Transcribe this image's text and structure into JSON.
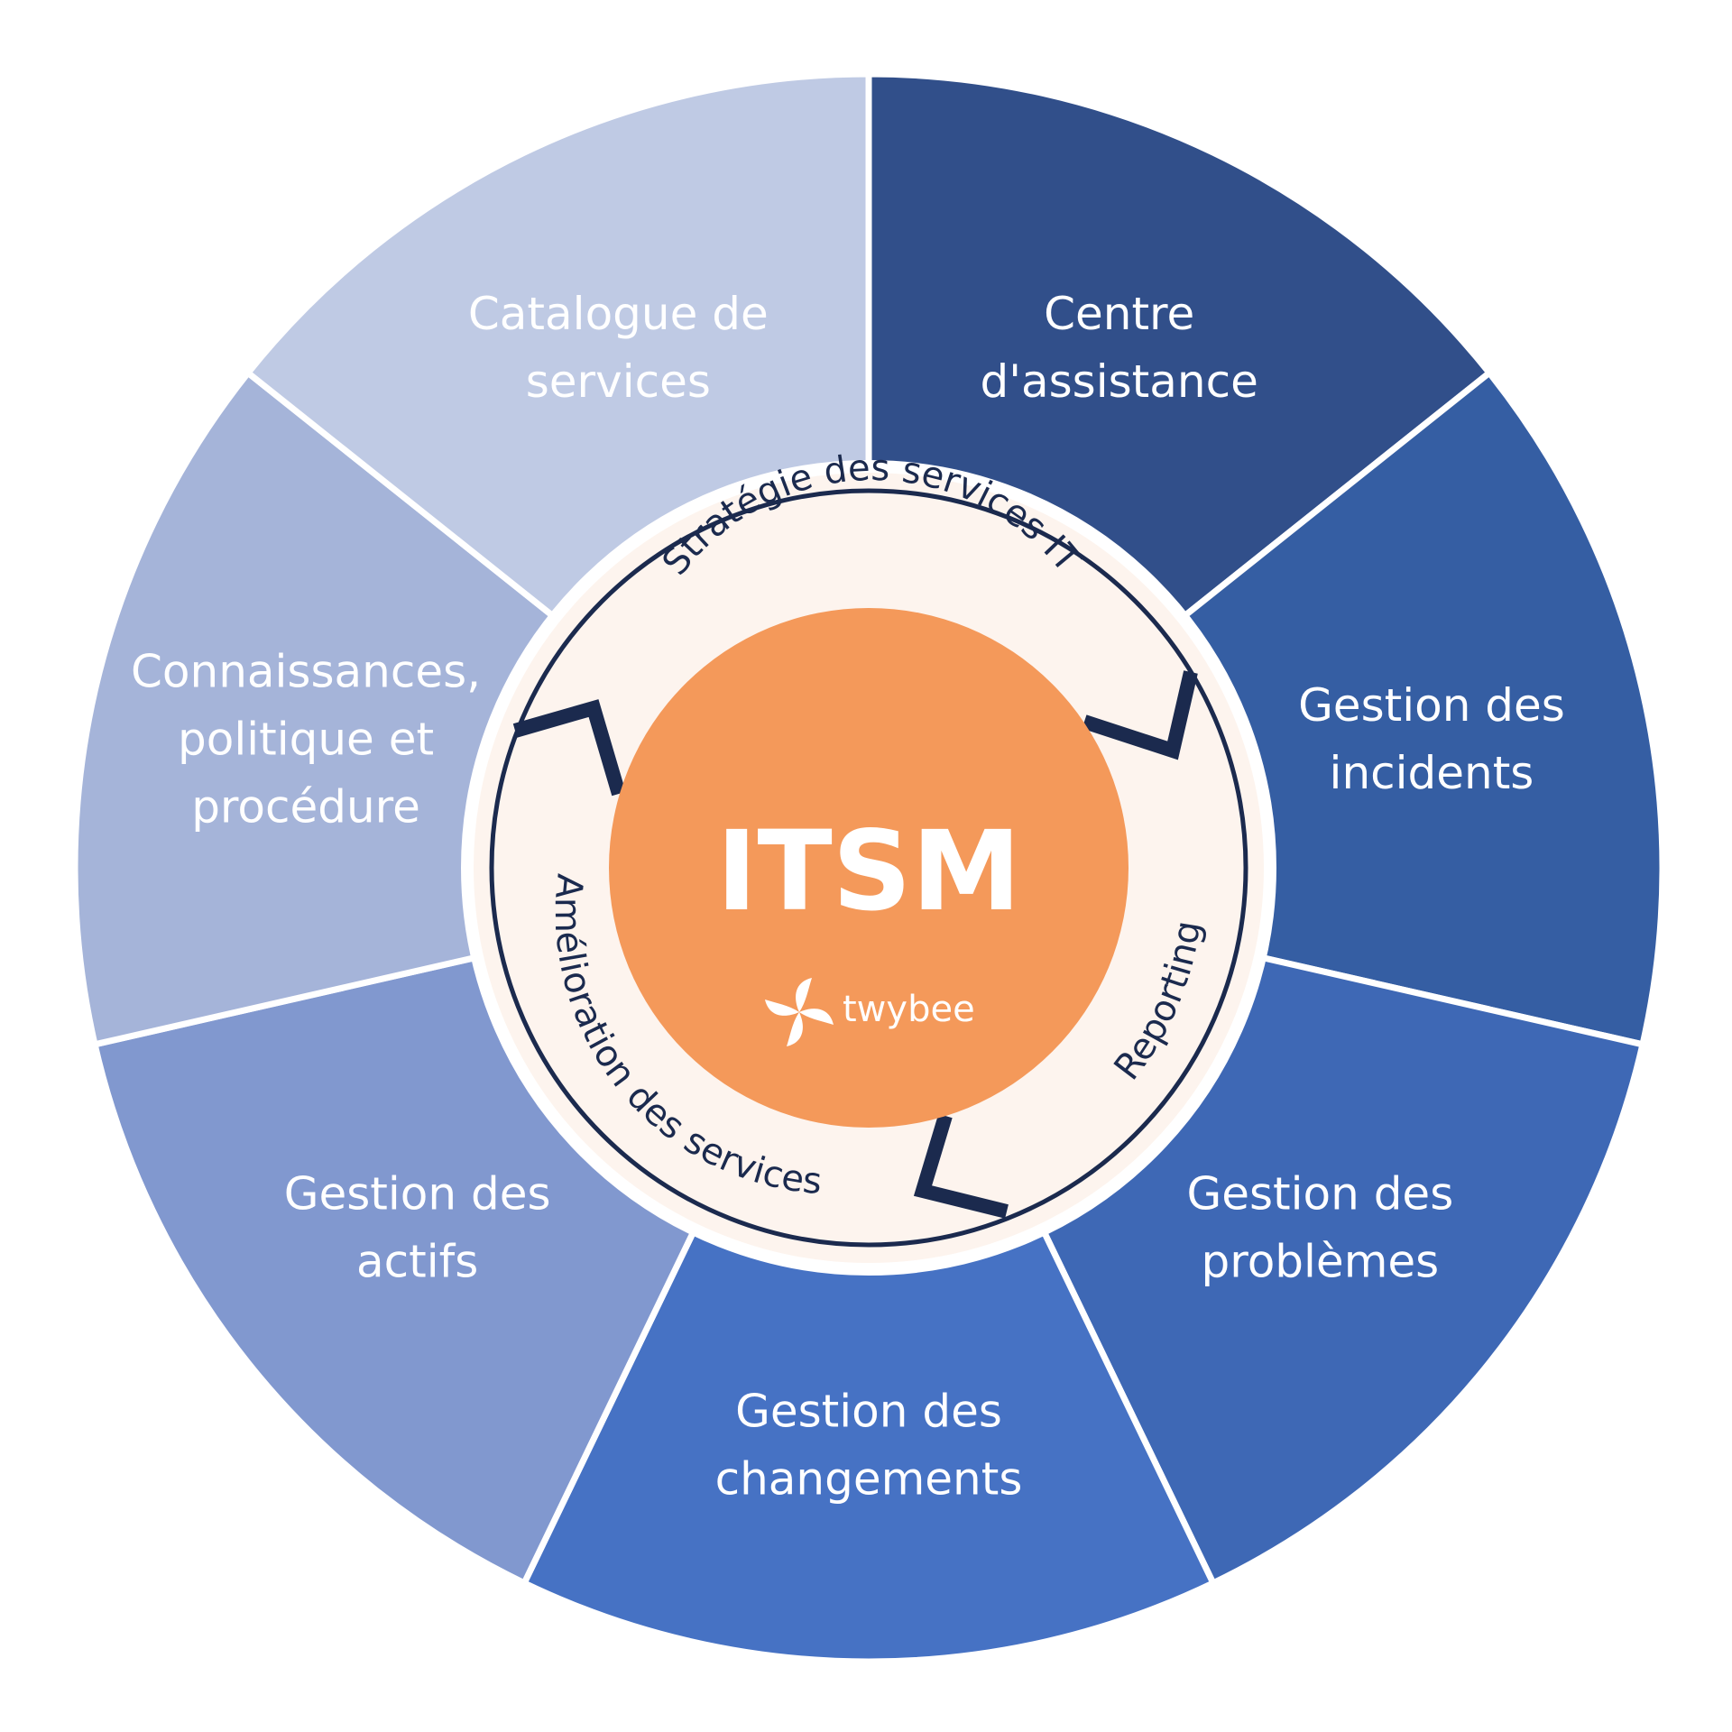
{
  "center": {
    "title": "ITSM",
    "brand": "twybee",
    "color": "#f4995a"
  },
  "ring": {
    "color": "#fdf4ee",
    "stroke": "#1b2a4e",
    "top": "Stratégie des services IT",
    "right": "Reporting",
    "left": "Amélioration des services"
  },
  "segments": [
    {
      "lines": [
        "Centre",
        "d'assistance"
      ],
      "color": "#314f8a"
    },
    {
      "lines": [
        "Gestion des",
        "incidents"
      ],
      "color": "#355ea3"
    },
    {
      "lines": [
        "Gestion des",
        "problèmes"
      ],
      "color": "#3e68b5"
    },
    {
      "lines": [
        "Gestion des",
        "changements"
      ],
      "color": "#4672c4"
    },
    {
      "lines": [
        "Gestion des",
        "actifs"
      ],
      "color": "#8198cf"
    },
    {
      "lines": [
        "Connaissances,",
        "politique et",
        "procédure"
      ],
      "color": "#a5b4d9"
    },
    {
      "lines": [
        "Catalogue de",
        "services"
      ],
      "color": "#bfcae4"
    }
  ]
}
